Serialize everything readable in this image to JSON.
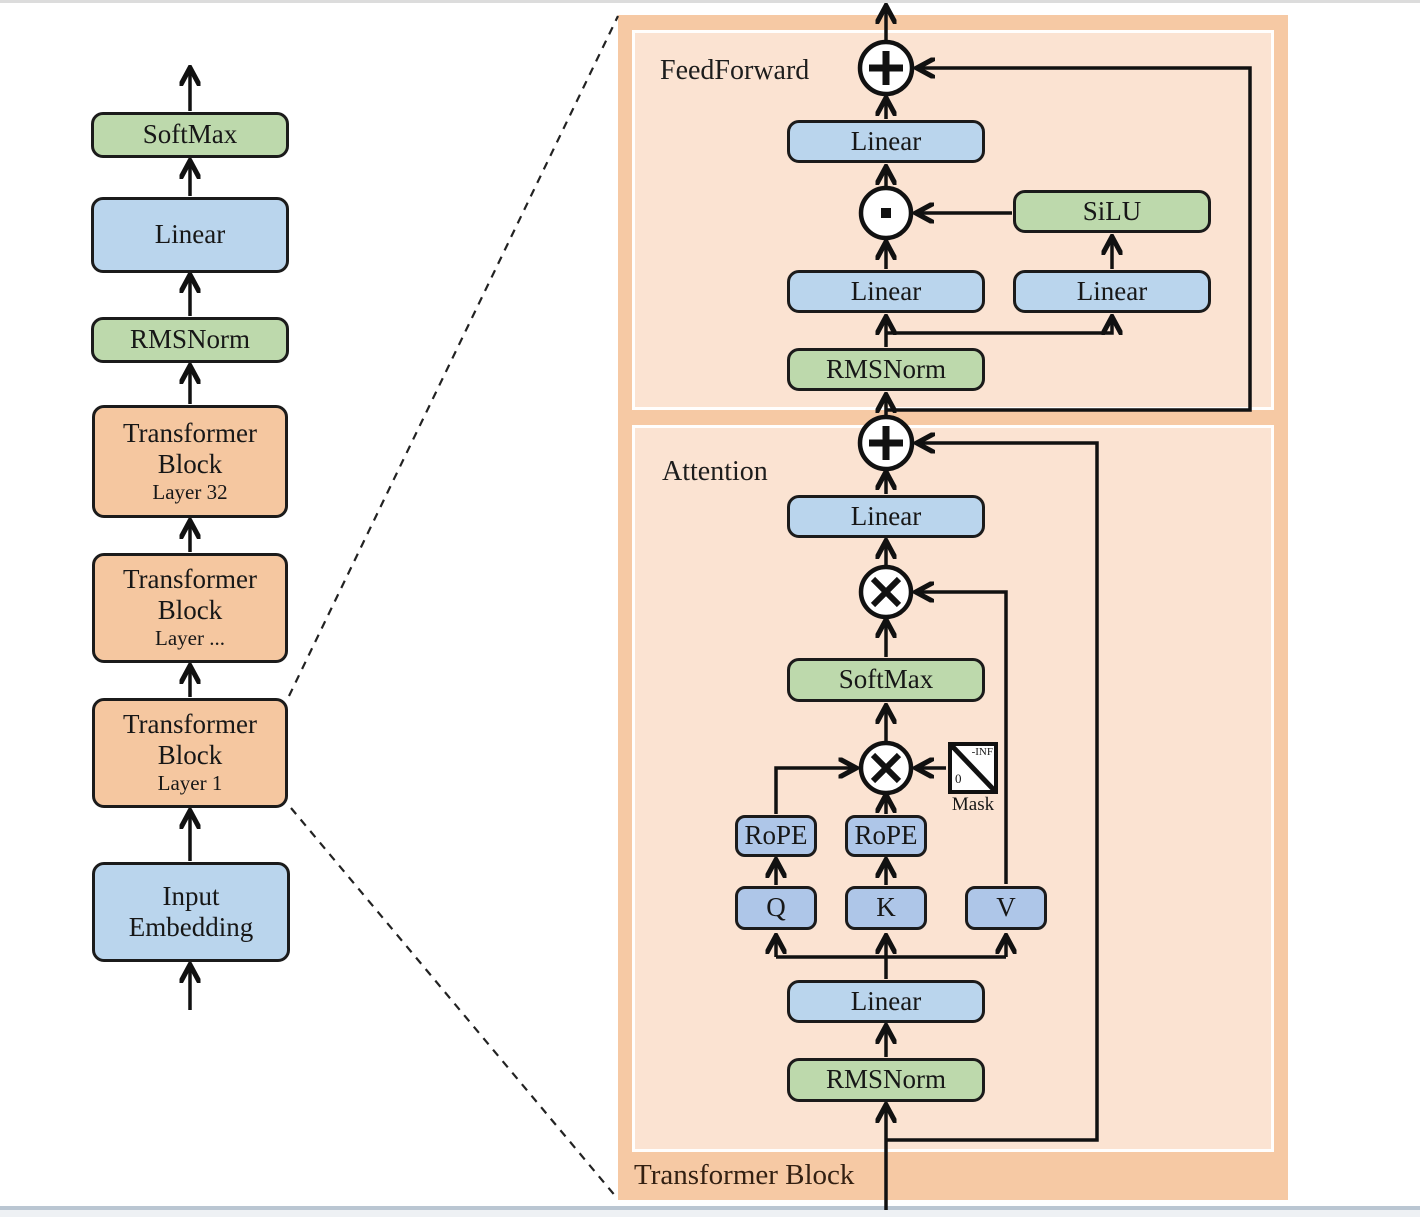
{
  "colors": {
    "green_block": "#bdd9ac",
    "blue_block": "#bad5ed",
    "qkv_block": "#aec6e8",
    "orange_block": "#f5c7a0",
    "outer_panel": "#f6c9a4",
    "inner_panel": "#fbe3d2",
    "line": "#111111"
  },
  "left_column": {
    "softmax": "SoftMax",
    "linear": "Linear",
    "rmsnorm": "RMSNorm",
    "transformer_line1": "Transformer",
    "transformer_line2": "Block",
    "layer32": "Layer 32",
    "layer_dots": "Layer ...",
    "layer1": "Layer 1",
    "input_line1": "Input",
    "input_line2": "Embedding"
  },
  "panel": {
    "title": "Transformer Block",
    "feedforward": {
      "label": "FeedForward",
      "linear_top": "Linear",
      "silu": "SiLU",
      "linear_left": "Linear",
      "linear_right": "Linear",
      "rmsnorm": "RMSNorm",
      "add_icon": "plus-in-circle",
      "dot_icon": "dot-in-circle"
    },
    "attention": {
      "label": "Attention",
      "linear_out": "Linear",
      "softmax": "SoftMax",
      "rope_q": "RoPE",
      "rope_k": "RoPE",
      "q": "Q",
      "k": "K",
      "v": "V",
      "linear_in": "Linear",
      "rmsnorm": "RMSNorm",
      "add_icon": "plus-in-circle",
      "matmul_icon": "multiply-in-circle",
      "mask": {
        "neg_inf": "-INF",
        "zero": "0",
        "label": "Mask"
      }
    }
  }
}
